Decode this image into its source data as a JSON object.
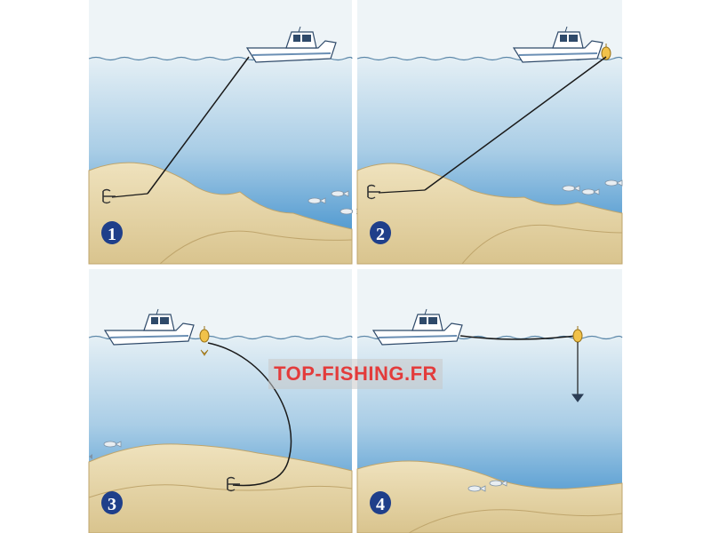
{
  "watermark": {
    "text": "TOP-FISHING.FR"
  },
  "panels": [
    {
      "step": "1"
    },
    {
      "step": "2"
    },
    {
      "step": "3"
    },
    {
      "step": "4"
    }
  ],
  "colors": {
    "sky": "#eef4f7",
    "water_top": "#cfe3ee",
    "water_bottom": "#2f86c8",
    "sand": "#e8d8ac",
    "sand_dark": "#c9b581",
    "badge": "#1f3f8a",
    "line": "#1a1a1a"
  }
}
